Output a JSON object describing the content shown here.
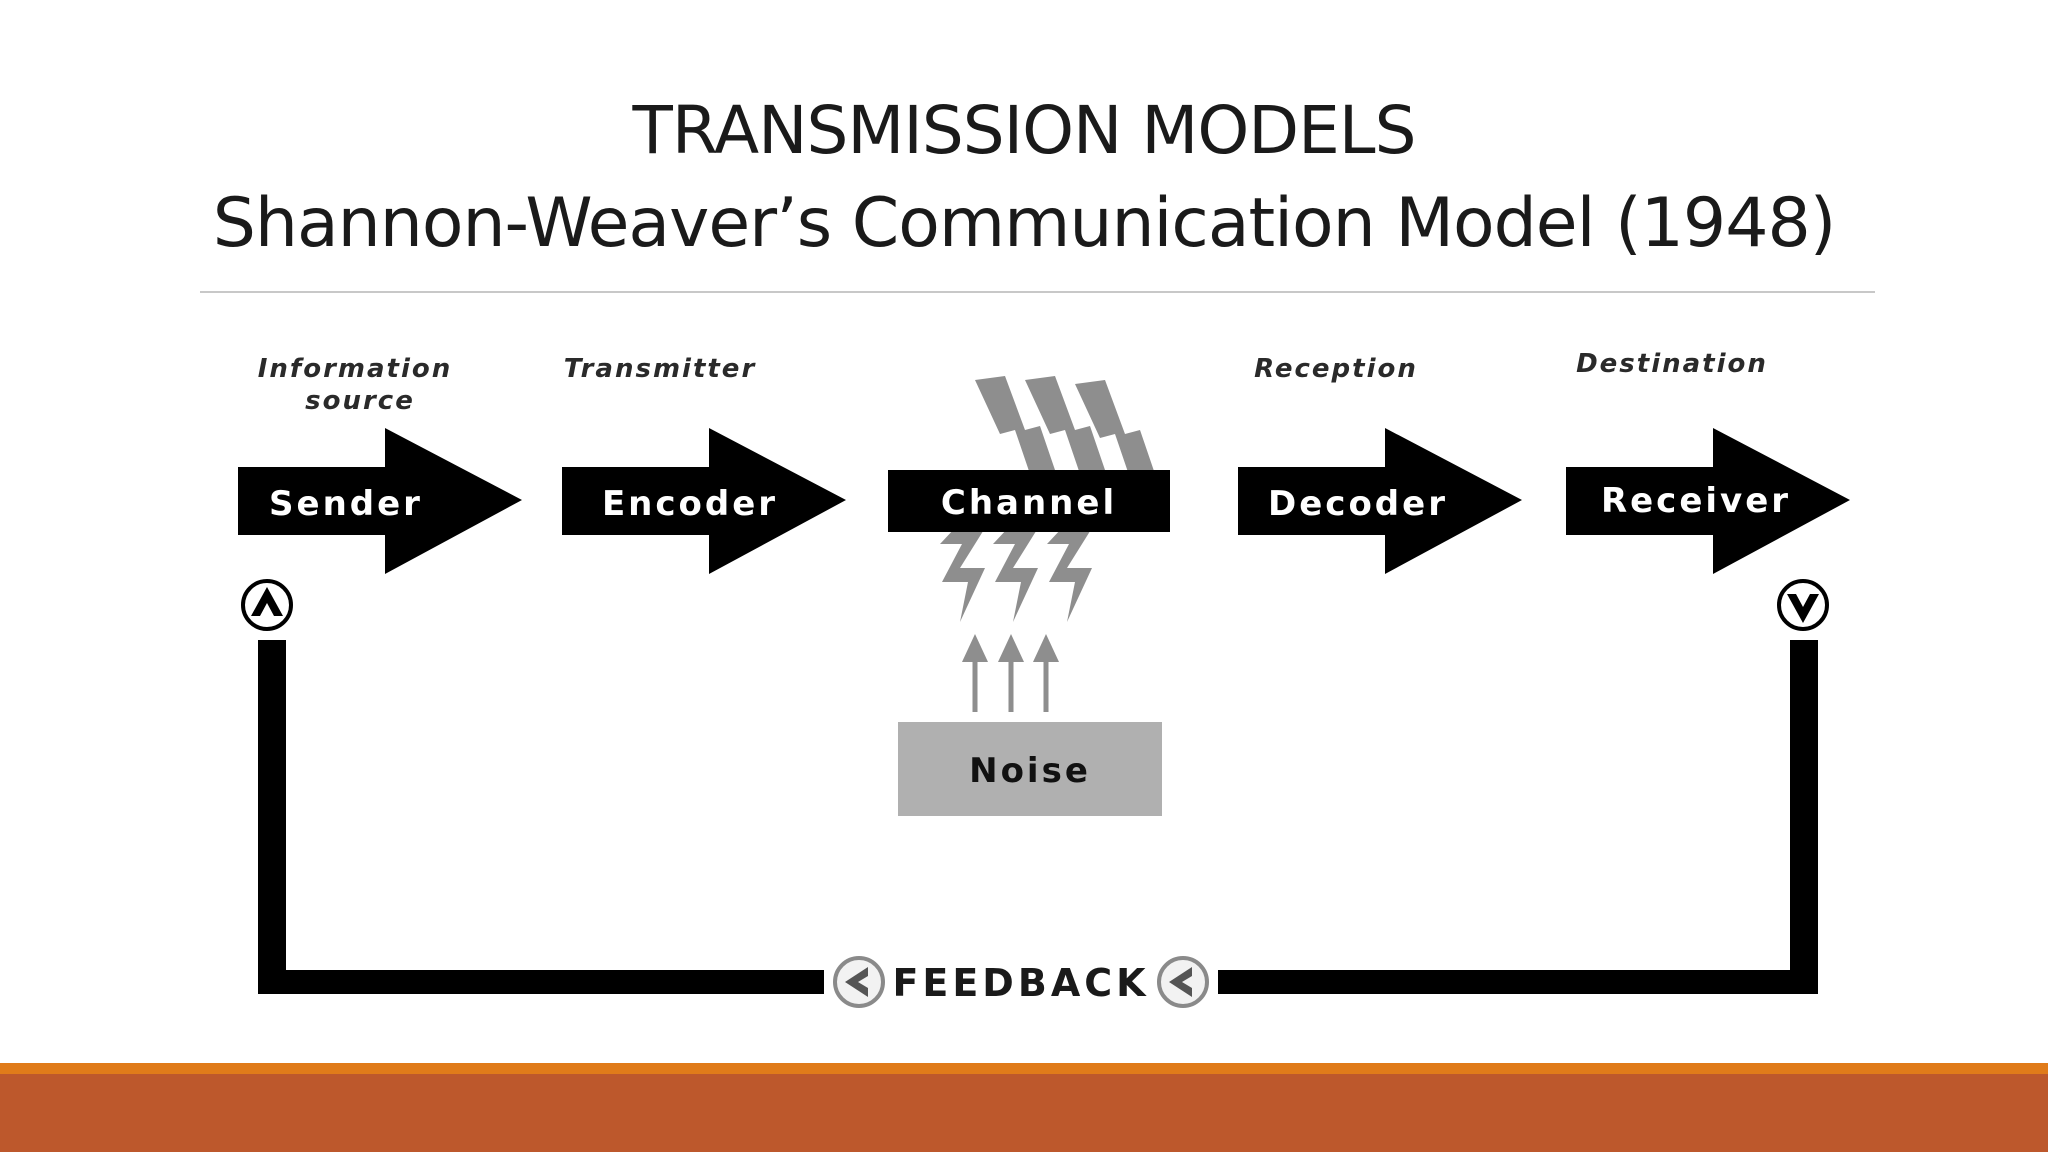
{
  "slide": {
    "title_line_1": "TRANSMISSION MODELS",
    "title_line_2": "Shannon-Weaver’s Communication Model (1948)"
  },
  "diagram": {
    "stages": [
      {
        "role_label": "Information",
        "role_label_2": "source",
        "box_label": "Sender"
      },
      {
        "role_label": "Transmitter",
        "box_label": "Encoder"
      },
      {
        "box_label": "Channel"
      },
      {
        "role_label": "Reception",
        "box_label": "Decoder"
      },
      {
        "role_label": "Destination",
        "box_label": "Receiver"
      }
    ],
    "noise_label": "Noise",
    "feedback_label": "FEEDBACK",
    "icons": [
      "up-arrow-icon",
      "down-arrow-icon",
      "left-arrow-icon",
      "lightning-bolt-icon"
    ]
  },
  "colors": {
    "box_fill": "#000000",
    "box_text": "#ffffff",
    "noise_fill": "#b0b0b0",
    "bolt_fill": "#8e8e8e",
    "feedback_line": "#000000",
    "footer_stripe": "#e07b1a",
    "footer_band": "#bd582c"
  }
}
